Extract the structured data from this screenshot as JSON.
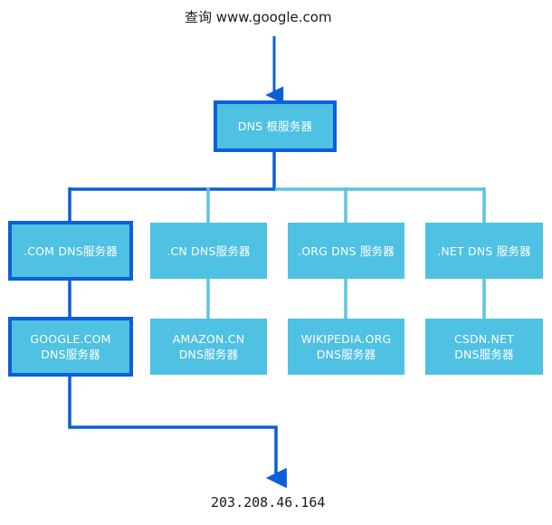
{
  "diagram": {
    "title_query": "查询 www.google.com",
    "result_ip": "203.208.46.164",
    "colors": {
      "node_fill": "#4FC1E3",
      "node_fill_highlight": "#4FC1E3",
      "highlight_border": "#0B5FD9",
      "active_path": "#0B5FD9",
      "inactive_path": "#5BC4E2",
      "text_on_node": "#FFFFFF",
      "text_plain": "#1A1A1A",
      "background": "#FFFFFF"
    },
    "nodes": {
      "root": {
        "label": "DNS 根服务器",
        "highlighted": true
      },
      "tlds": [
        {
          "label": ".COM DNS服务器",
          "highlighted": true
        },
        {
          "label": ".CN DNS服务器",
          "highlighted": false
        },
        {
          "label": ".ORG DNS 服务器",
          "highlighted": false
        },
        {
          "label": ".NET DNS 服务器",
          "highlighted": false
        }
      ],
      "authoritative": [
        {
          "line1": "GOOGLE.COM",
          "line2": "DNS服务器",
          "highlighted": true
        },
        {
          "line1": "AMAZON.CN",
          "line2": "DNS服务器",
          "highlighted": false
        },
        {
          "line1": "WIKIPEDIA.ORG",
          "line2": "DNS服务器",
          "highlighted": false
        },
        {
          "line1": "CSDN.NET",
          "line2": "DNS服务器",
          "highlighted": false
        }
      ]
    }
  }
}
